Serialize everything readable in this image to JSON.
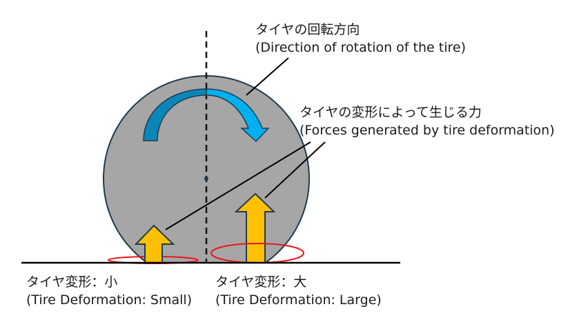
{
  "labels": {
    "rotation": {
      "jp": "タイヤの回転方向",
      "en": "(Direction of rotation of the tire)"
    },
    "force": {
      "jp": "タイヤの変形によって生じる力",
      "en": "(Forces generated by tire deformation)"
    },
    "small": {
      "jp": "タイヤ変形：小",
      "en": "(Tire Deformation: Small)"
    },
    "large": {
      "jp": "タイヤ変形：大",
      "en": "(Tire Deformation: Large)"
    }
  },
  "colors": {
    "tire_fill": "#a6a6a6",
    "tire_stroke": "#1f3a4d",
    "rotation_arrow_dark": "#0a86b8",
    "rotation_arrow_light": "#00b0f0",
    "force_arrow": "#ffc000",
    "contact_patch": "#e8141c",
    "ground": "#000000"
  }
}
